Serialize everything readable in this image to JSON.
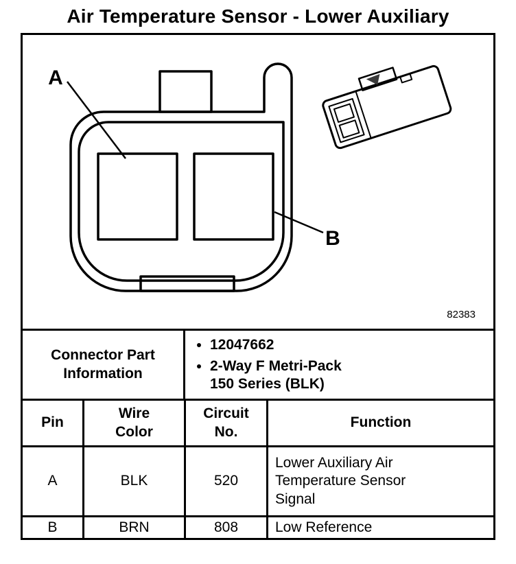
{
  "title": "Air Temperature Sensor - Lower Auxiliary",
  "diagram": {
    "label_a": "A",
    "label_b": "B",
    "figure_number": "82383"
  },
  "connector_info": {
    "label": "Connector Part\nInformation",
    "bullets": [
      "12047662",
      "2-Way F Metri-Pack\n150 Series (BLK)"
    ]
  },
  "table": {
    "headers": [
      "Pin",
      "Wire\nColor",
      "Circuit\nNo.",
      "Function"
    ],
    "rows": [
      {
        "pin": "A",
        "wire_color": "BLK",
        "circuit_no": "520",
        "function": "Lower Auxiliary Air\nTemperature Sensor\nSignal"
      },
      {
        "pin": "B",
        "wire_color": "BRN",
        "circuit_no": "808",
        "function": "Low Reference"
      }
    ]
  }
}
